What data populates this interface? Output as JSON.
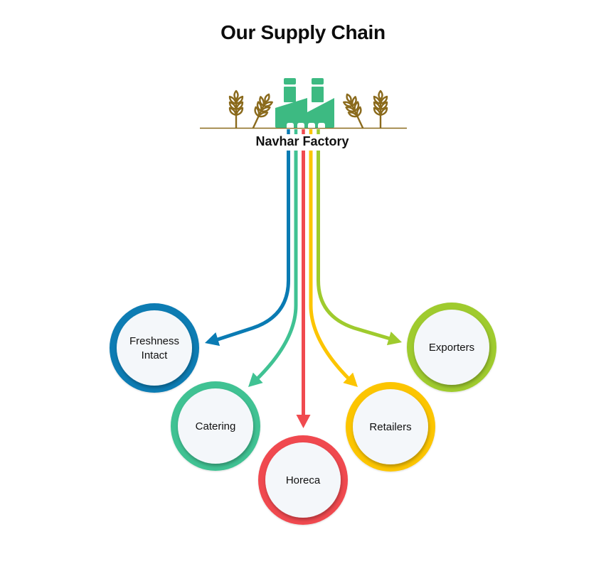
{
  "title": "Our Supply Chain",
  "factory": {
    "label": "Navhar Factory",
    "icon": "factory-icon",
    "decorations": [
      "wheat-icon",
      "wheat-icon",
      "wheat-icon",
      "wheat-icon"
    ]
  },
  "colors": {
    "factory": "#3dba82",
    "ground": "#8a6a1c",
    "wheat": "#8a6a1c",
    "node_fill": "#f4f7fa",
    "text": "#111111"
  },
  "nodes": [
    {
      "id": "freshness",
      "lines": [
        "Freshness",
        "Intact"
      ],
      "color": "#0a7bb3"
    },
    {
      "id": "catering",
      "lines": [
        "Catering"
      ],
      "color": "#40c293"
    },
    {
      "id": "horeca",
      "lines": [
        "Horeca"
      ],
      "color": "#f04a4f"
    },
    {
      "id": "retailers",
      "lines": [
        "Retailers"
      ],
      "color": "#fcc500"
    },
    {
      "id": "exporters",
      "lines": [
        "Exporters"
      ],
      "color": "#9fcb2e"
    }
  ]
}
